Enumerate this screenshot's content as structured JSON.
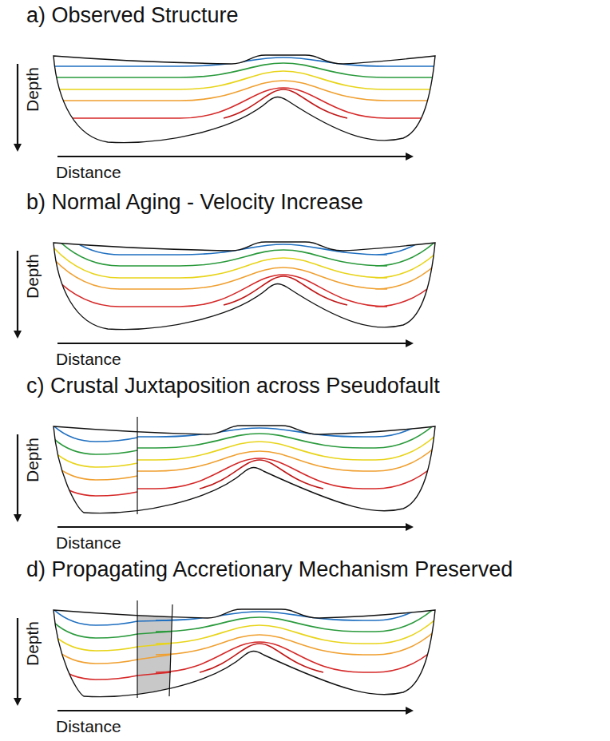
{
  "diagram": {
    "labels": [
      "a) Observed Structure",
      "Depth",
      "Distance",
      "b) Normal Aging - Velocity Increase",
      "Depth",
      "Distance",
      "c) Crustal Juxtaposition across Pseudofault",
      "Depth",
      "Distance",
      "d) Propagating Accretionary Mechanism Preserved",
      "Depth",
      "Distance"
    ]
  }
}
